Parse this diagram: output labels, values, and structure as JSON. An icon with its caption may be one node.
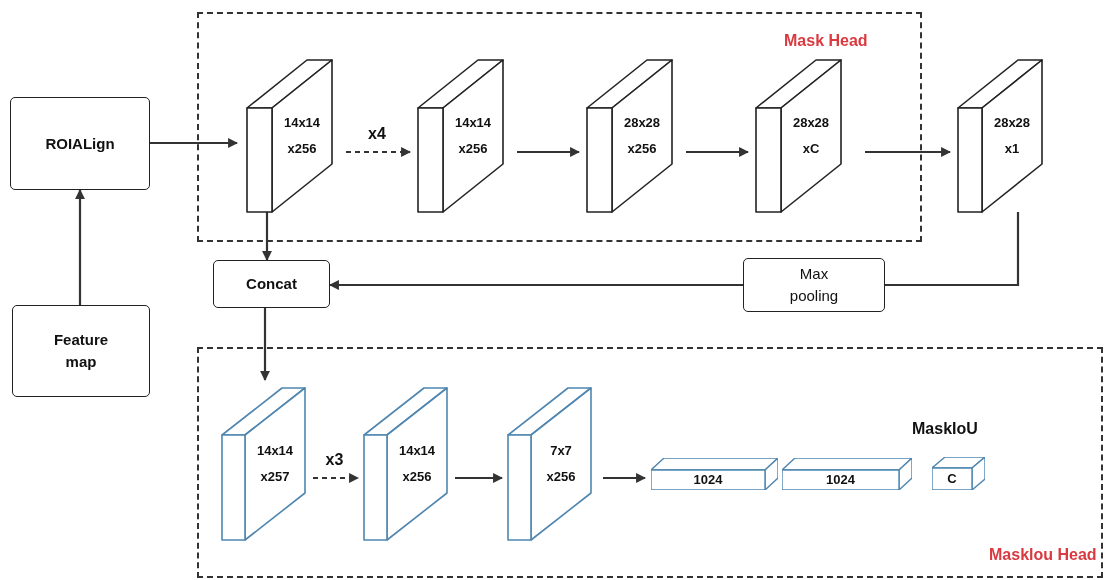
{
  "diagram": {
    "nodes": [
      {
        "text": [
          "Mask Head"
        ]
      },
      {
        "text": [
          "ROIALign"
        ]
      },
      {
        "text": [
          "Feature map"
        ]
      },
      {
        "text": [
          "14x14 x256"
        ],
        "in": 0
      },
      {
        "text": [
          "14x14 x256"
        ],
        "in": 0
      },
      {
        "text": [
          "28x28 x256"
        ],
        "in": 0
      },
      {
        "text": [
          "28x28 xC"
        ],
        "in": 0
      },
      {
        "text": [
          "28x28 x1"
        ]
      },
      {
        "text": [
          "Concat"
        ]
      },
      {
        "text": [
          "Max pooling"
        ]
      },
      {
        "text": [
          "Masklou Head"
        ]
      },
      {
        "text": [
          "14x14 x257"
        ],
        "in": 10
      },
      {
        "text": [
          "14x14 x256"
        ],
        "in": 10
      },
      {
        "text": [
          "7x7 x256"
        ],
        "in": 10
      },
      {
        "text": [
          "1024"
        ],
        "in": 10
      },
      {
        "text": [
          "1024"
        ],
        "in": 10
      },
      {
        "text": [
          "C"
        ],
        "in": 10,
        "beside": [
          "MaskIoU"
        ]
      }
    ],
    "edges": [
      {
        "from": 2,
        "to": 1,
        "arrow": "to"
      },
      {
        "from": 1,
        "to": 3,
        "arrow": "to"
      },
      {
        "from": 3,
        "to": 4,
        "arrow": "to",
        "label": "x4",
        "style": "dashed"
      },
      {
        "from": 4,
        "to": 5,
        "arrow": "to"
      },
      {
        "from": 5,
        "to": 6,
        "arrow": "to"
      },
      {
        "from": 6,
        "to": 7,
        "arrow": "to"
      },
      {
        "from": 3,
        "to": 8,
        "arrow": "to"
      },
      {
        "from": 7,
        "to": 9,
        "arrow": "none"
      },
      {
        "from": 9,
        "to": 8,
        "arrow": "to"
      },
      {
        "from": 8,
        "to": 11,
        "arrow": "to"
      },
      {
        "from": 11,
        "to": 12,
        "arrow": "to",
        "label": "x3",
        "style": "dashed"
      },
      {
        "from": 12,
        "to": 13,
        "arrow": "to"
      },
      {
        "from": 13,
        "to": 14,
        "arrow": "to"
      }
    ]
  }
}
